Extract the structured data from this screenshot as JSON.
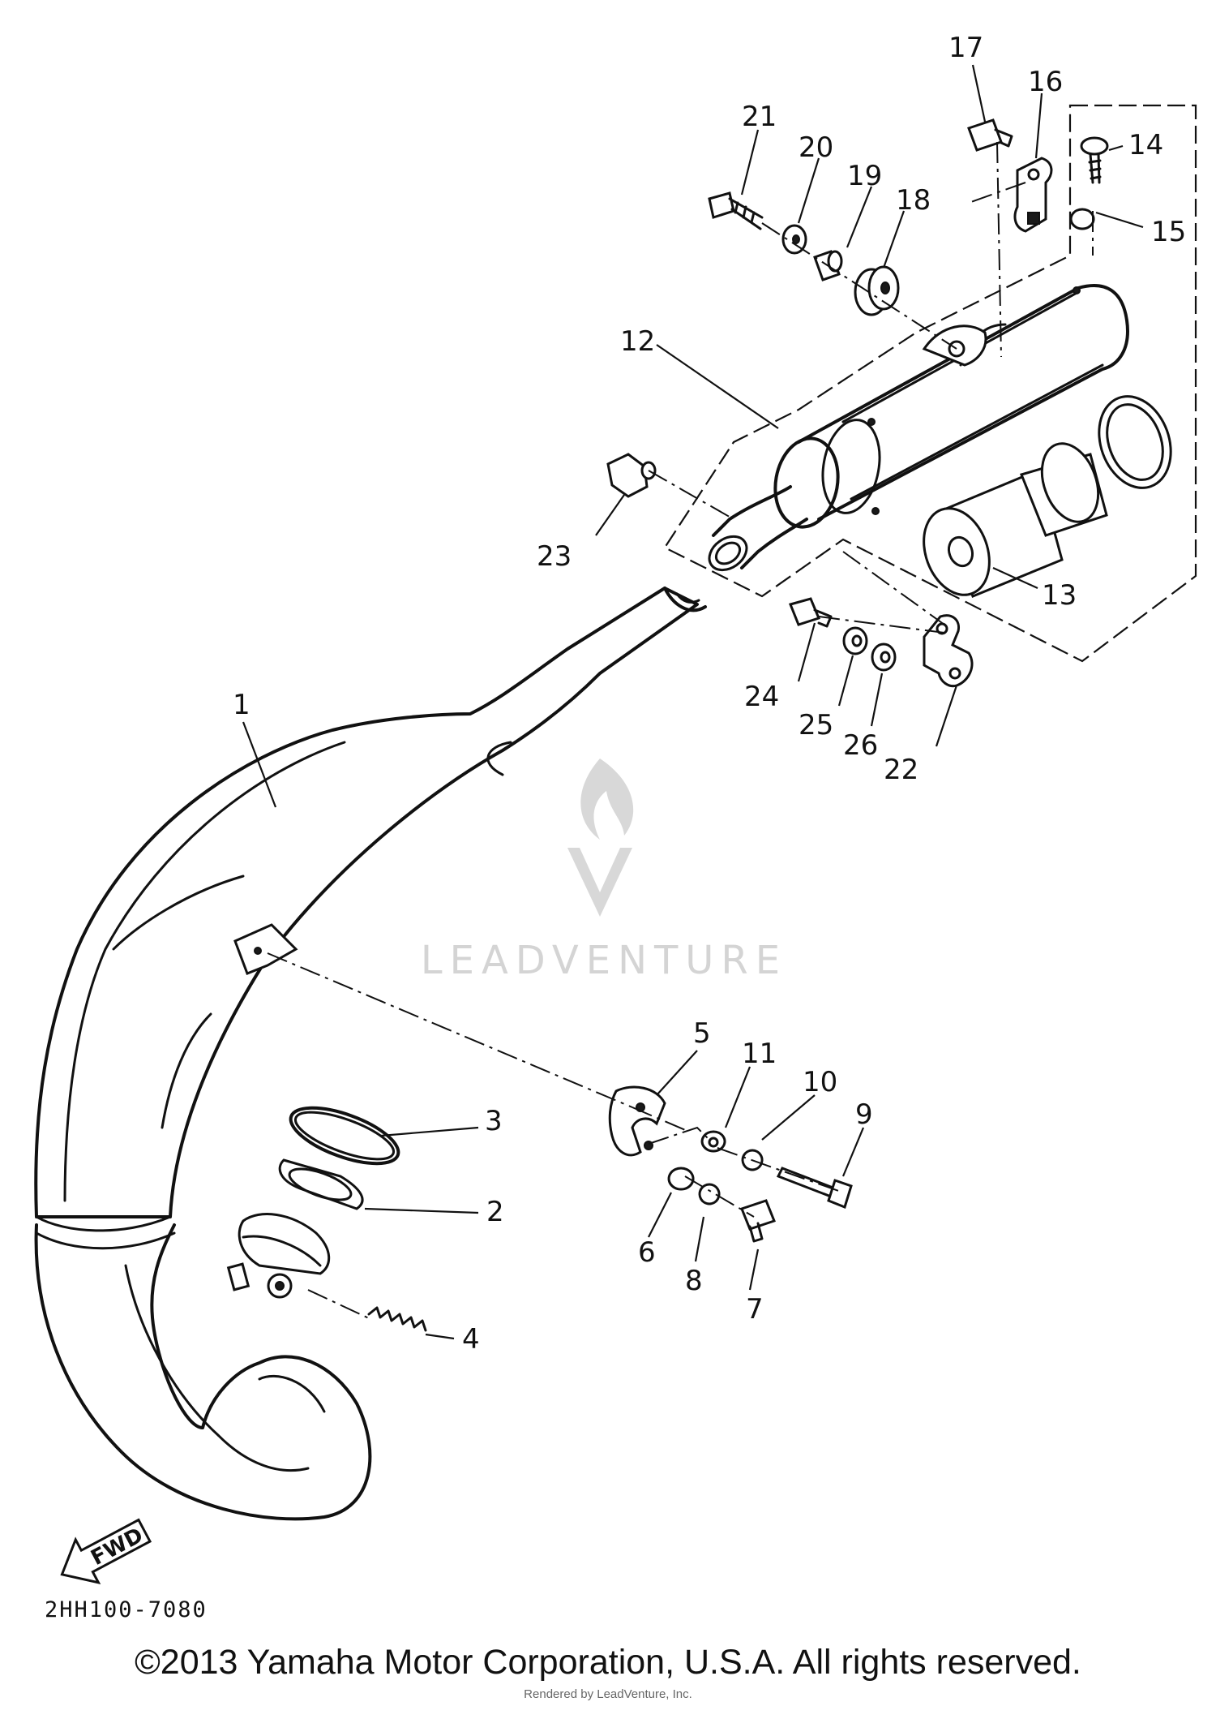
{
  "diagram": {
    "part_numbers": [
      "1",
      "2",
      "3",
      "4",
      "5",
      "6",
      "7",
      "8",
      "9",
      "10",
      "11",
      "12",
      "13",
      "14",
      "15",
      "16",
      "17",
      "18",
      "19",
      "20",
      "21",
      "22",
      "23",
      "24",
      "25",
      "26"
    ],
    "direction_arrow": "FWD",
    "diagram_code": "2HH100-7080",
    "watermark": "LEADVENTURE",
    "watermark_icon": "flame-v-logo"
  },
  "footer": {
    "copyright": "©2013 Yamaha Motor Corporation, U.S.A. All rights reserved.",
    "rendered_by": "Rendered by LeadVenture, Inc."
  }
}
